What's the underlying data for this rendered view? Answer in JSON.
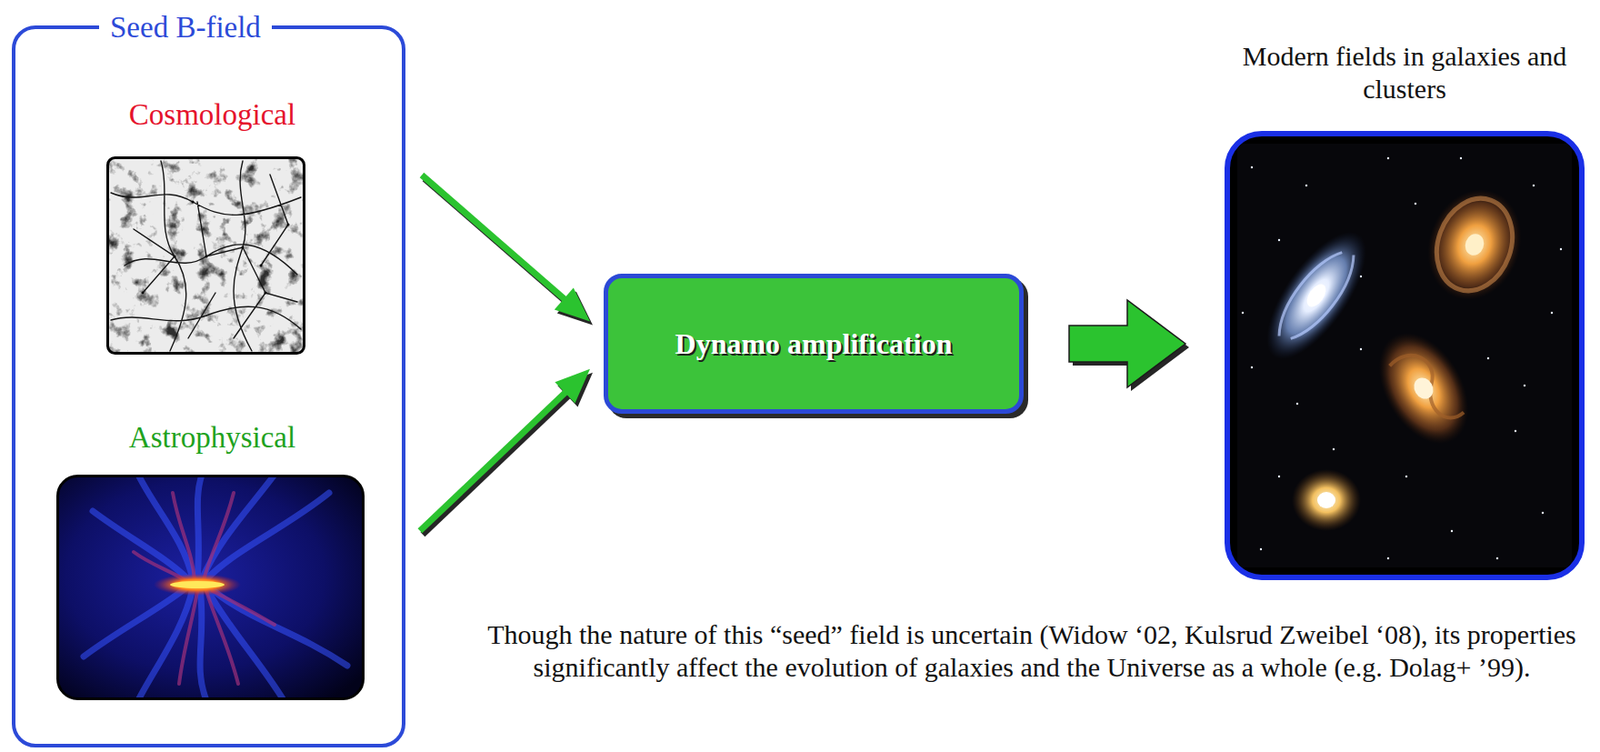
{
  "diagram": {
    "caption": "Though the nature of this “seed” field is uncertain (Widow ‘02, Kulsrud Zweibel ‘08), its properties significantly affect the evolution of galaxies and the Universe as a whole (e.g. Dolag+ ’99).",
    "nodes": [
      {
        "text": [
          "Seed B-field"
        ]
      },
      {
        "text": [
          "Cosmological"
        ],
        "in": 0
      },
      {
        "text": [
          "Astrophysical"
        ],
        "in": 0
      },
      {
        "text": [
          "Dynamo amplification"
        ]
      },
      {
        "text": [
          "Modern fields in galaxies and clusters"
        ]
      }
    ],
    "edges": [
      {
        "from": 1,
        "to": 3,
        "arrow": "to"
      },
      {
        "from": 2,
        "to": 3,
        "arrow": "to"
      },
      {
        "from": 3,
        "to": 4,
        "arrow": "to"
      }
    ]
  }
}
